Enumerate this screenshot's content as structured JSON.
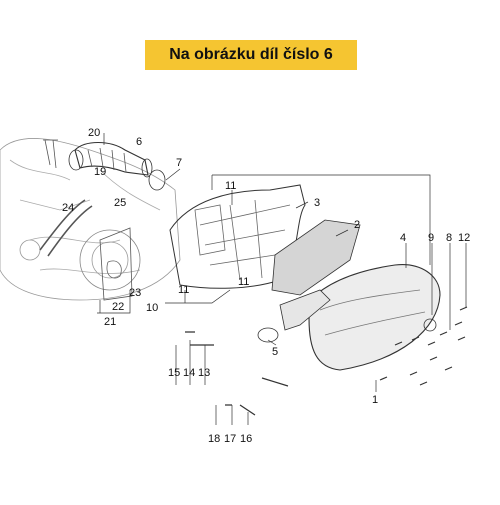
{
  "banner": {
    "text": "Na obrázku díl číslo 6",
    "color": "#f5c531"
  },
  "callouts": [
    {
      "id": "c1",
      "text": "1"
    },
    {
      "id": "c2",
      "text": "2"
    },
    {
      "id": "c3",
      "text": "3"
    },
    {
      "id": "c4",
      "text": "4"
    },
    {
      "id": "c5",
      "text": "5"
    },
    {
      "id": "c6",
      "text": "6"
    },
    {
      "id": "c7",
      "text": "7"
    },
    {
      "id": "c8",
      "text": "8"
    },
    {
      "id": "c9",
      "text": "9"
    },
    {
      "id": "c10",
      "text": "10"
    },
    {
      "id": "c11a",
      "text": "11"
    },
    {
      "id": "c11b",
      "text": "11"
    },
    {
      "id": "c11c",
      "text": "11"
    },
    {
      "id": "c12",
      "text": "12"
    },
    {
      "id": "c13",
      "text": "13"
    },
    {
      "id": "c14",
      "text": "14"
    },
    {
      "id": "c15",
      "text": "15"
    },
    {
      "id": "c16",
      "text": "16"
    },
    {
      "id": "c17",
      "text": "17"
    },
    {
      "id": "c18",
      "text": "18"
    },
    {
      "id": "c19",
      "text": "19"
    },
    {
      "id": "c20",
      "text": "20"
    },
    {
      "id": "c21",
      "text": "21"
    },
    {
      "id": "c22",
      "text": "22"
    },
    {
      "id": "c23",
      "text": "23"
    },
    {
      "id": "c24",
      "text": "24"
    },
    {
      "id": "c25",
      "text": "25"
    }
  ]
}
